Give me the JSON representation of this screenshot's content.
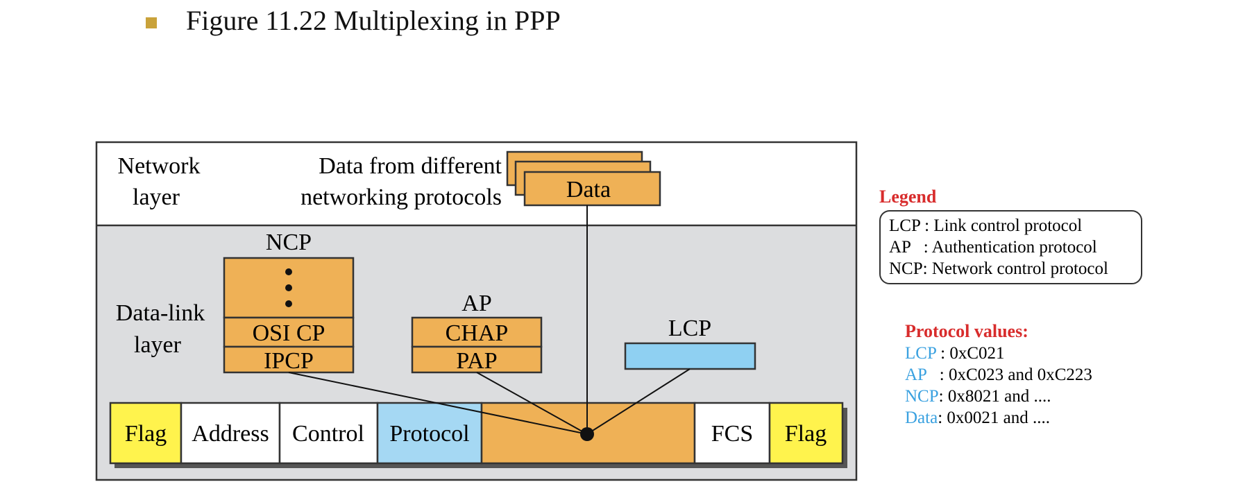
{
  "title": "Figure 11.22  Multiplexing in PPP",
  "network_layer": {
    "line1": "Network",
    "line2": "layer"
  },
  "datalink_layer": {
    "line1": "Data-link",
    "line2": "layer"
  },
  "data_caption": {
    "line1": "Data from different",
    "line2": "networking protocols"
  },
  "data_box": "Data",
  "ncp": {
    "label": "NCP",
    "osicp": "OSI CP",
    "ipcp": "IPCP"
  },
  "ap": {
    "label": "AP",
    "chap": "CHAP",
    "pap": "PAP"
  },
  "lcp": {
    "label": "LCP"
  },
  "frame": {
    "flag": "Flag",
    "address": "Address",
    "control": "Control",
    "protocol": "Protocol",
    "fcs": "FCS",
    "flag2": "Flag"
  },
  "legend": {
    "title": "Legend",
    "lines": [
      "LCP : Link control protocol",
      "AP   : Authentication protocol",
      "NCP: Network control protocol"
    ]
  },
  "protocol_values": {
    "title": "Protocol values:",
    "rows": [
      {
        "key": "LCP",
        "sep": " : ",
        "value": "0xC021"
      },
      {
        "key": "AP",
        "sep": "   : ",
        "value": "0xC023 and 0xC223"
      },
      {
        "key": "NCP",
        "sep": ": ",
        "value": "0x8021 and ...."
      },
      {
        "key": "Data",
        "sep": ": ",
        "value": "0x0021 and ...."
      }
    ]
  },
  "colors": {
    "orange": "#efb156",
    "blue": "#a5d8f3",
    "lcp_blue": "#8fd0f2",
    "yellow": "#fff34d",
    "gray": "#dcdddf",
    "legend_red": "#d82c2c",
    "legend_blue": "#3aa1e0",
    "bullet": "#c9a23a"
  }
}
